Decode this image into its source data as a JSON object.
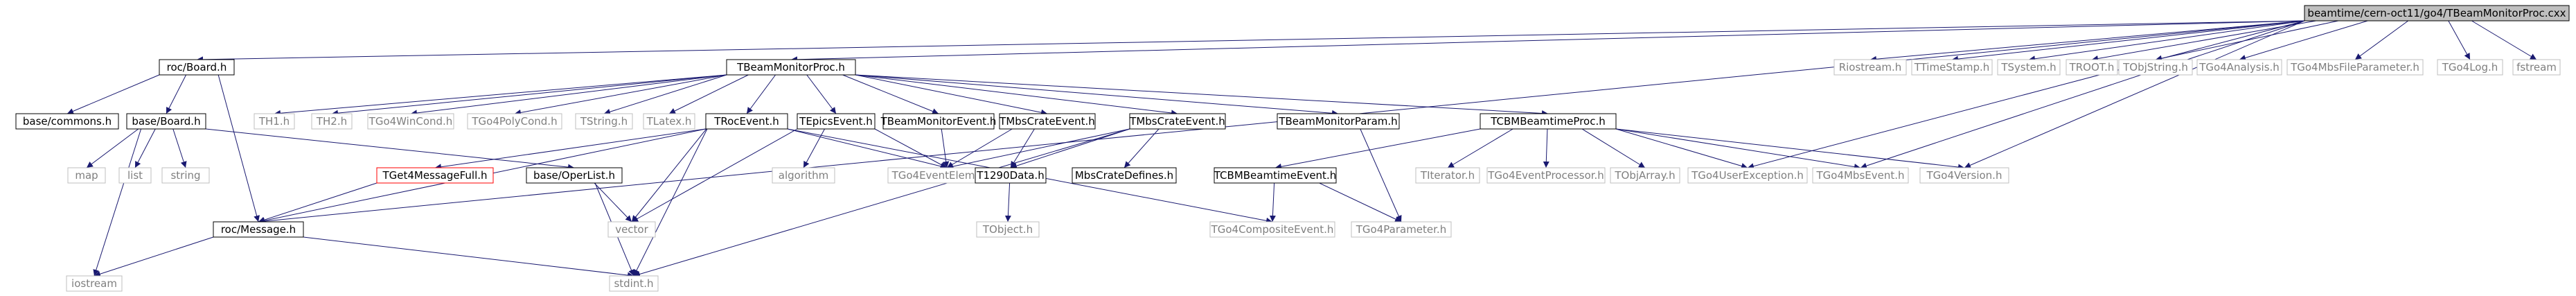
{
  "root": "beamtime/cern-oct11/go4/TBeamMonitorProc.cxx",
  "nodes": {
    "cxx": "beamtime/cern-oct11/go4/TBeamMonitorProc.cxx",
    "rocBoard": "roc/Board.h",
    "tbmp": "TBeamMonitorProc.h",
    "riostream": "Riostream.h",
    "ttimestamp": "TTimeStamp.h",
    "tsystem": "TSystem.h",
    "troot": "TROOT.h",
    "tobjstring": "TObjString.h",
    "tgo4analysis": "TGo4Analysis.h",
    "tgo4mbsfp": "TGo4MbsFileParameter.h",
    "tgo4log": "TGo4Log.h",
    "fstream": "fstream",
    "basecommons": "base/commons.h",
    "baseboard": "base/Board.h",
    "th1": "TH1.h",
    "th2": "TH2.h",
    "tgo4wincond": "TGo4WinCond.h",
    "tgo4polycond": "TGo4PolyCond.h",
    "tstring": "TString.h",
    "tlatex": "TLatex.h",
    "troceventh": "TRocEvent.h",
    "tepicsevent": "TEpicsEvent.h",
    "tbmevent": "TBeamMonitorEvent.h",
    "tmbscrate1": "TMbsCrateEvent.h",
    "tmbscrate2": "TMbsCrateEvent.h",
    "tbmparam": "TBeamMonitorParam.h",
    "tcbmproc": "TCBMBeamtimeProc.h",
    "map": "map",
    "list": "list",
    "string": "string",
    "tget4": "TGet4MessageFull.h",
    "baseoperlist": "base/OperList.h",
    "algorithm": "algorithm",
    "tgo4evel": "TGo4EventElement.h",
    "t1290": "T1290Data.h",
    "mbscratedef": "MbsCrateDefines.h",
    "tcbmevent": "TCBMBeamtimeEvent.h",
    "titerator": "TIterator.h",
    "tgo4evproc": "TGo4EventProcessor.h",
    "tobjarray": "TObjArray.h",
    "tgo4userex": "TGo4UserException.h",
    "tgo4mbsevent": "TGo4MbsEvent.h",
    "tgo4version": "TGo4Version.h",
    "rocmessage": "roc/Message.h",
    "vector": "vector",
    "tobject": "TObject.h",
    "tgo4composite": "TGo4CompositeEvent.h",
    "tgo4param": "TGo4Parameter.h",
    "iostream": "iostream",
    "stdint": "stdint.h"
  },
  "colors": {
    "root_fill": "#bfbfbf",
    "documented_border": "#000000",
    "undocumented_border": "#bfbfbf",
    "undocumented_text": "#7f7f7f",
    "highlight_border": "#ff0000",
    "edge": "#191970"
  }
}
